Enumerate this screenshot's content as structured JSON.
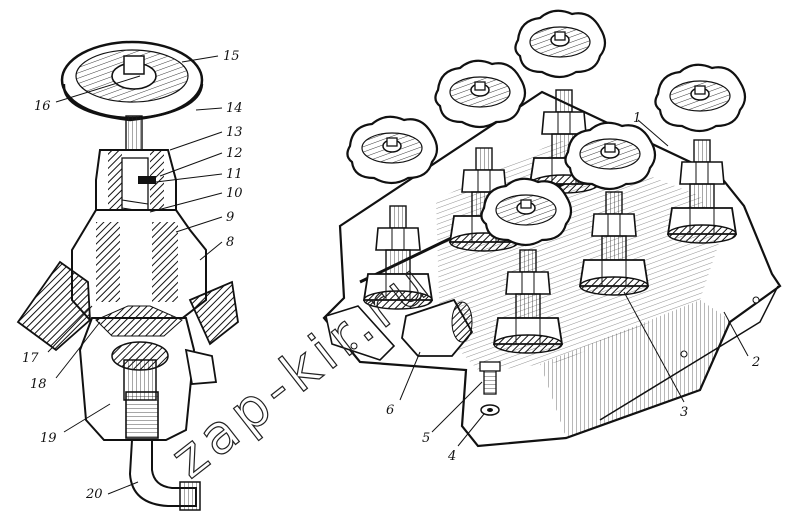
{
  "figure": {
    "watermark_text": "zap-kir.ru",
    "callouts": {
      "c1": "1",
      "c2": "2",
      "c3": "3",
      "c4": "4",
      "c5": "5",
      "c6": "6",
      "c8": "8",
      "c9": "9",
      "c10": "10",
      "c11": "11",
      "c12": "12",
      "c13": "13",
      "c14": "14",
      "c15": "15",
      "c16": "16",
      "c17": "17",
      "c18": "18",
      "c19": "19",
      "c20": "20"
    }
  }
}
